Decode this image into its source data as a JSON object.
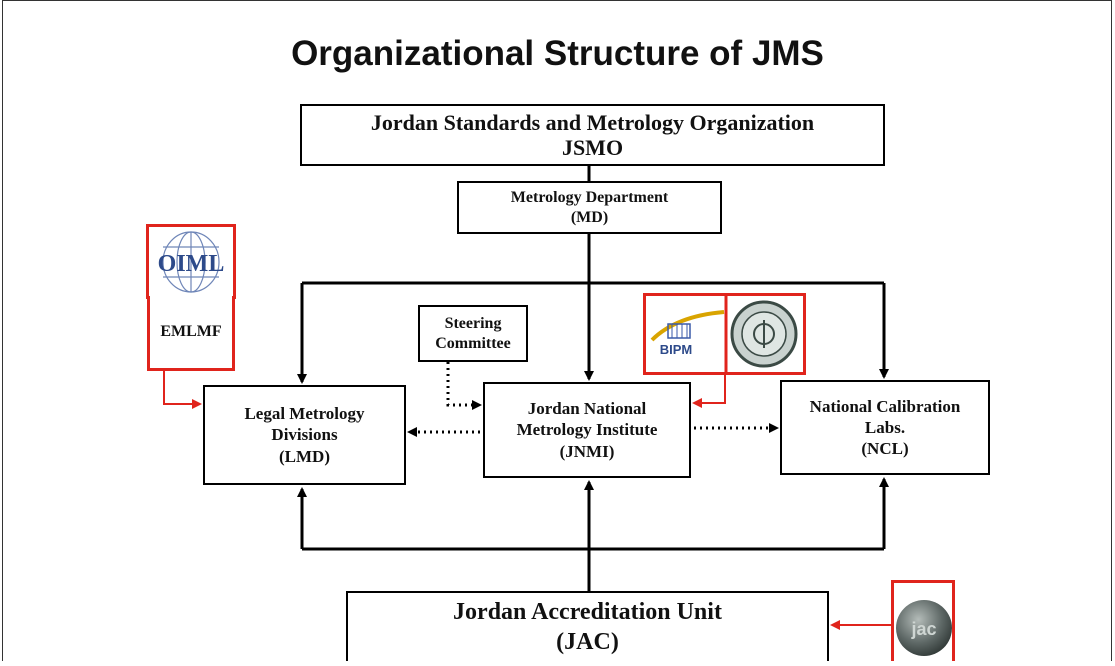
{
  "title": "Organizational Structure of JMS",
  "nodes": {
    "jsmo": {
      "line1": "Jordan Standards and Metrology Organization",
      "line2": "JSMO"
    },
    "md": {
      "line1": "Metrology Department",
      "line2": "(MD)"
    },
    "lmd": {
      "line1": "Legal Metrology",
      "line2": "Divisions",
      "line3": "(LMD)"
    },
    "jnmi": {
      "line1": "Jordan National",
      "line2": "Metrology Institute",
      "line3": "(JNMI)"
    },
    "ncl": {
      "line1": "National Calibration",
      "line2": "Labs.",
      "line3": "(NCL)"
    },
    "steering": {
      "line1": "Steering",
      "line2": "Committee"
    },
    "jac": {
      "line1": "Jordan Accreditation Unit",
      "line2": "(JAC)"
    }
  },
  "external": {
    "oiml_logo_text": "OIML",
    "emlmf_label": "EMLMF",
    "bipm_logo_text": "BIPM",
    "jac_logo_text": "jac"
  },
  "colors": {
    "accent_red": "#e0241c",
    "line": "#000000"
  }
}
